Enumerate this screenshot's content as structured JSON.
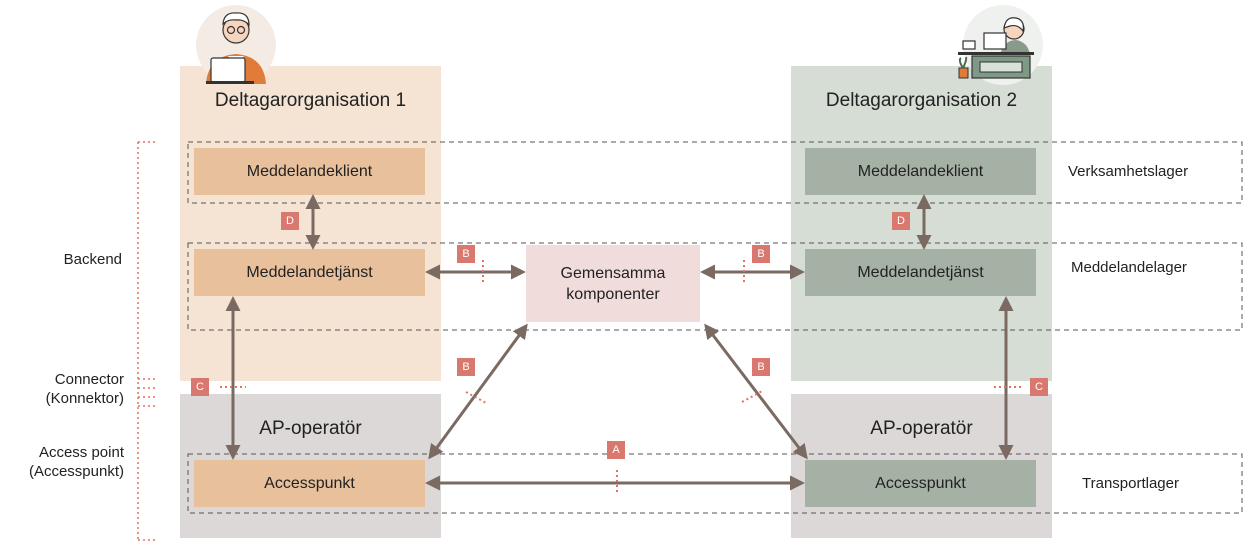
{
  "orgs": {
    "org1": {
      "title": "Deltagarorganisation 1",
      "client": "Meddelandeklient",
      "service": "Meddelandetjänst",
      "operator": "AP-operatör",
      "accesspoint": "Accesspunkt",
      "color_light": "#f5e4d4",
      "color_box": "#e8c09c"
    },
    "org2": {
      "title": "Deltagarorganisation 2",
      "client": "Meddelandeklient",
      "service": "Meddelandetjänst",
      "operator": "AP-operatör",
      "accesspoint": "Accesspunkt",
      "color_light": "#d5ddd5",
      "color_box": "#a6b1a6"
    }
  },
  "common": {
    "line1": "Gemensamma",
    "line2": "komponenter",
    "color": "#f1dcdc"
  },
  "layers": {
    "business": "Verksamhetslager",
    "message": "Meddelandelager",
    "transport": "Transportlager"
  },
  "side_labels": {
    "backend": "Backend",
    "connector_1": "Connector",
    "connector_2": "(Konnektor)",
    "accesspoint_1": "Access point",
    "accesspoint_2": "(Accesspunkt)"
  },
  "badges": {
    "a": "A",
    "b": "B",
    "c": "C",
    "d": "D"
  },
  "colors": {
    "operator_panel": "#dcd8d7",
    "arrow": "#7a6a62",
    "badge": "#d9786f",
    "dotted": "#e0735f"
  },
  "icons": {
    "person1": "person-with-laptop-icon",
    "person2": "person-at-desk-icon"
  }
}
